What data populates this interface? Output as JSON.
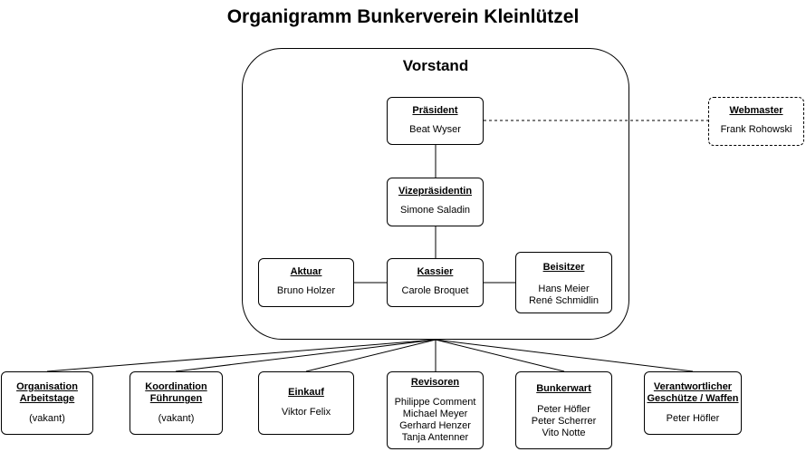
{
  "title": "Organigramm Bunkerverein Kleinlützel",
  "vorstand": {
    "label": "Vorstand",
    "praesident": {
      "role": "Präsident",
      "names": [
        "Beat Wyser"
      ]
    },
    "vize": {
      "role": "Vizepräsidentin",
      "names": [
        "Simone Saladin"
      ]
    },
    "aktuar": {
      "role": "Aktuar",
      "names": [
        "Bruno Holzer"
      ]
    },
    "kassier": {
      "role": "Kassier",
      "names": [
        "Carole Broquet"
      ]
    },
    "beisitzer": {
      "role": "Beisitzer",
      "names": [
        "Hans Meier",
        "René Schmidlin"
      ]
    }
  },
  "webmaster": {
    "role": "Webmaster",
    "names": [
      "Frank Rohowski"
    ]
  },
  "bottom": [
    {
      "role": "Organisation Arbeitstage",
      "role_lines": [
        "Organisation",
        "Arbeitstage"
      ],
      "names": [
        "(vakant)"
      ]
    },
    {
      "role": "Koordination Führungen",
      "role_lines": [
        "Koordination",
        "Führungen"
      ],
      "names": [
        "(vakant)"
      ]
    },
    {
      "role": "Einkauf",
      "role_lines": [
        "Einkauf"
      ],
      "names": [
        "Viktor Felix"
      ]
    },
    {
      "role": "Revisoren",
      "role_lines": [
        "Revisoren"
      ],
      "names": [
        "Philippe Comment",
        "Michael Meyer",
        "Gerhard Henzer",
        "Tanja Antenner"
      ]
    },
    {
      "role": "Bunkerwart",
      "role_lines": [
        "Bunkerwart"
      ],
      "names": [
        "Peter Höfler",
        "Peter Scherrer",
        "Vito Notte"
      ]
    },
    {
      "role": "Verantwortlicher Geschütze / Waffen",
      "role_lines": [
        "Verantwortlicher",
        "Geschütze / Waffen"
      ],
      "names": [
        "Peter Höfler"
      ]
    }
  ]
}
